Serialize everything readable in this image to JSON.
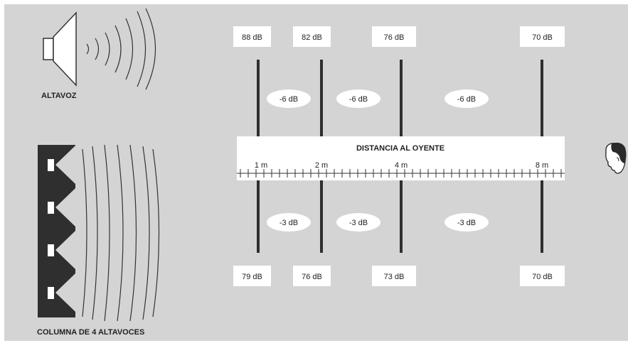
{
  "diagram": {
    "speaker_label": "ALTAVOZ",
    "column_label": "COLUMNA DE 4 ALTAVOCES",
    "distance_title": "DISTANCIA AL OYENTE",
    "colors": {
      "background": "#d4d4d4",
      "panel": "#ffffff",
      "ink": "#2a2a2a"
    },
    "markers": [
      {
        "distance": "1 m",
        "meters": 1,
        "single_level": "88 dB",
        "column_level": "79 dB"
      },
      {
        "distance": "2 m",
        "meters": 2,
        "single_level": "82 dB",
        "column_level": "76 dB"
      },
      {
        "distance": "4 m",
        "meters": 4,
        "single_level": "76 dB",
        "column_level": "73 dB"
      },
      {
        "distance": "8 m",
        "meters": 8,
        "single_level": "70 dB",
        "column_level": "70 dB"
      }
    ],
    "single_drops": [
      "-6 dB",
      "-6 dB",
      "-6 dB"
    ],
    "column_drops": [
      "-3 dB",
      "-3 dB",
      "-3 dB"
    ],
    "listener_icon": "listener-head-icon",
    "speaker_icon": "loudspeaker-icon"
  }
}
